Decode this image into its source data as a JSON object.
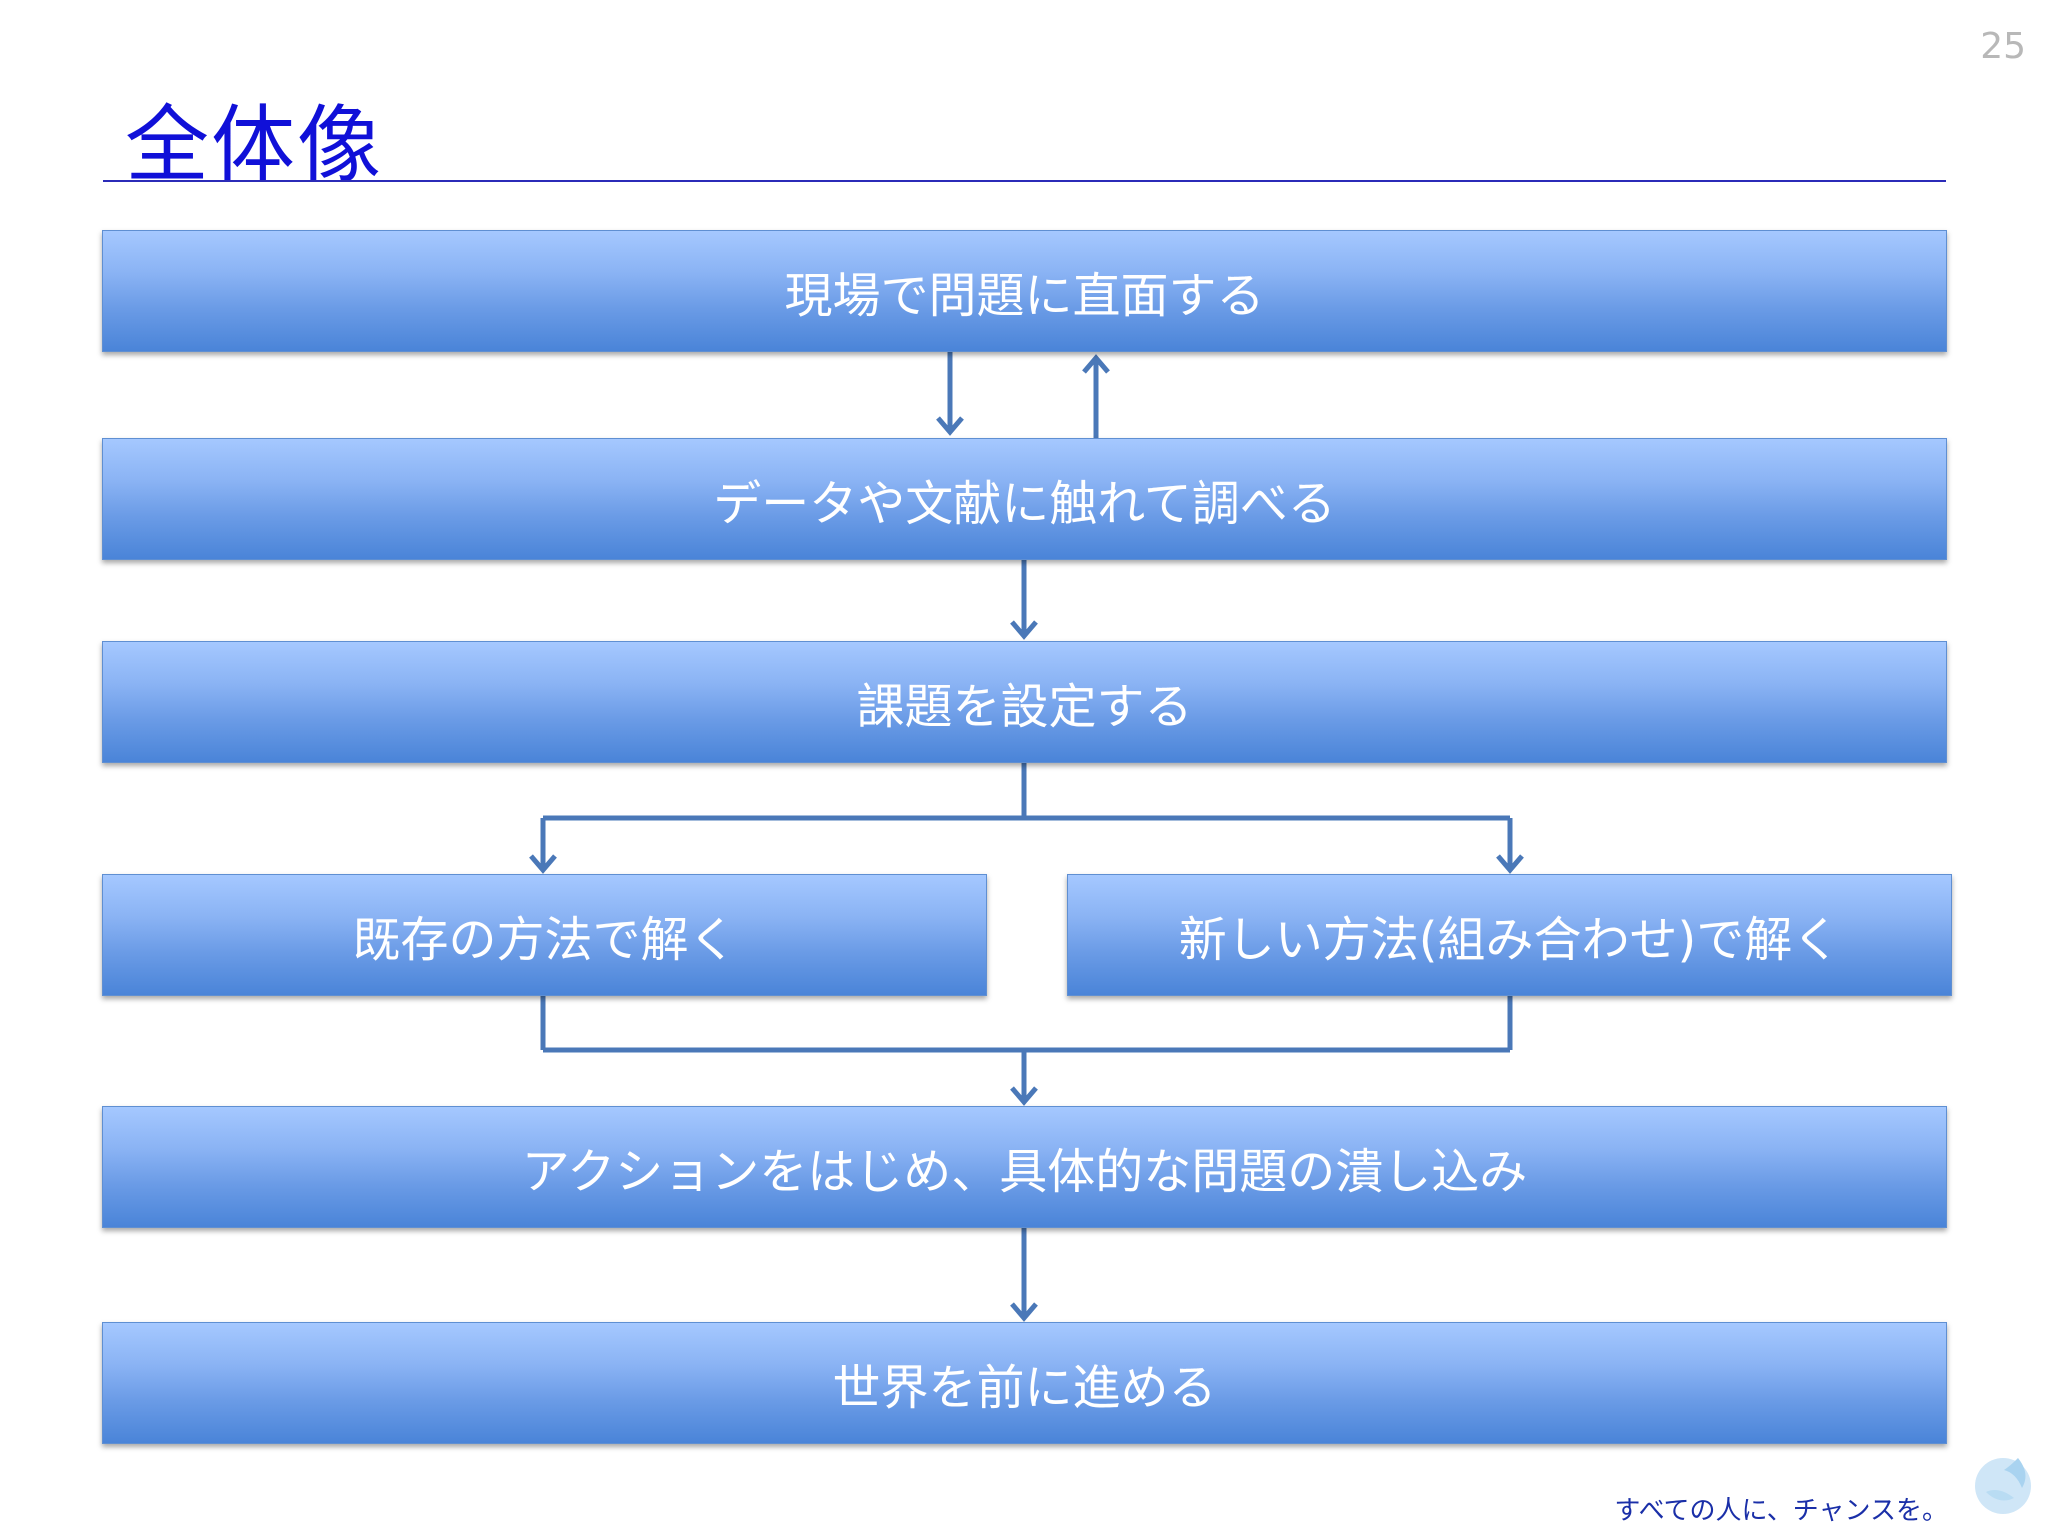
{
  "page_number": "25",
  "title": "全体像",
  "boxes": {
    "b1": "現場で問題に直面する",
    "b2": "データや文献に触れて調べる",
    "b3": "課題を設定する",
    "b4": "既存の方法で解く",
    "b5": "新しい方法(組み合わせ)で解く",
    "b6": "アクションをはじめ、具体的な問題の潰し込み",
    "b7": "世界を前に進める"
  },
  "footer": {
    "tagline": "すべての人に、チャンスを。"
  },
  "colors": {
    "title": "#1010d8",
    "box_top": "#a5c8ff",
    "box_bottom": "#4a84d8",
    "connector": "#4a78b8",
    "tagline": "#1a2fa8"
  },
  "logo": {
    "icon": "dove-logo-icon"
  }
}
